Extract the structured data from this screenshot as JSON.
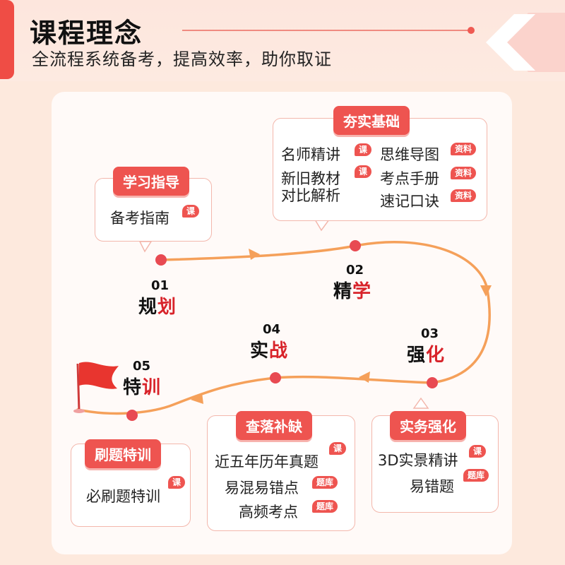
{
  "header": {
    "title": "课程理念",
    "subtitle": "全流程系统备考，提高效率，助你取证"
  },
  "badges": {
    "lesson": "课",
    "material": "资料",
    "bank": "题库"
  },
  "boxes": {
    "xuexi": {
      "title": "学习指导",
      "items": [
        "备考指南"
      ]
    },
    "hangshi": {
      "title": "夯实基础",
      "items": [
        "名师精讲",
        "新旧教材",
        "对比解析",
        "思维导图",
        "考点手册",
        "速记口诀"
      ]
    },
    "chaluo": {
      "title": "查落补缺",
      "items": [
        "近五年历年真题",
        "易混易错点",
        "高频考点"
      ]
    },
    "shiwu": {
      "title": "实务强化",
      "items": [
        "3D实景精讲",
        "易错题"
      ]
    },
    "shuati": {
      "title": "刷题特训",
      "items": [
        "必刷题特训"
      ]
    }
  },
  "stages": [
    {
      "num": "01",
      "a": "规",
      "b": "划"
    },
    {
      "num": "02",
      "a": "精",
      "b": "学"
    },
    {
      "num": "03",
      "a": "强",
      "b": "化"
    },
    {
      "num": "04",
      "a": "实",
      "b": "战"
    },
    {
      "num": "05",
      "a": "特",
      "b": "训"
    }
  ],
  "colors": {
    "accent": "#ee5450",
    "path": "#f5a05a",
    "dot": "#e84a52",
    "dark-red": "#d8232a"
  }
}
